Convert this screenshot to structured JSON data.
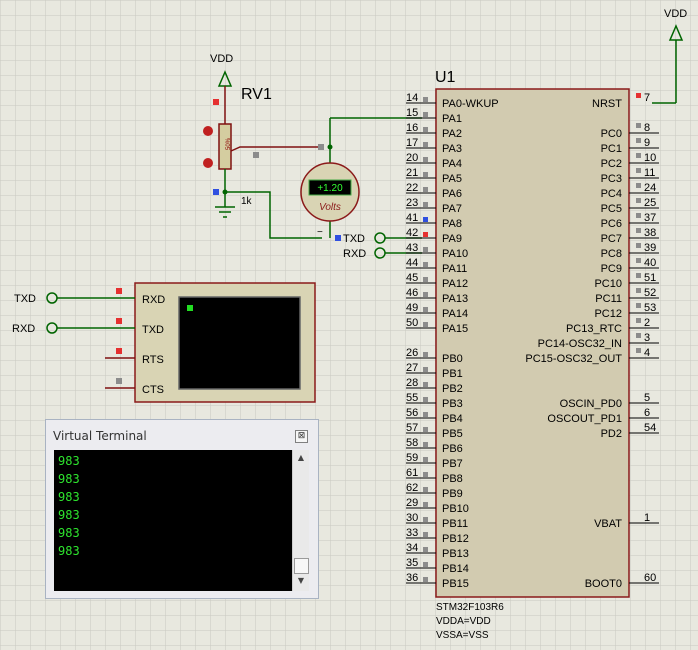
{
  "schematic": {
    "vdd_top_right": "VDD",
    "vdd_pot": "VDD",
    "pot_ref": "RV1",
    "pot_value": "1k",
    "pot_pct": "50%",
    "voltmeter_reading": "+1.20",
    "voltmeter_units": "Volts",
    "net_txd": "TXD",
    "net_rxd": "RXD",
    "mcu": {
      "ref": "U1",
      "part": "STM32F103R6",
      "vdda": "VDDA=VDD",
      "vssa": "VSSA=VSS",
      "left_pins": [
        {
          "num": "14",
          "name": "PA0-WKUP"
        },
        {
          "num": "15",
          "name": "PA1"
        },
        {
          "num": "16",
          "name": "PA2"
        },
        {
          "num": "17",
          "name": "PA3"
        },
        {
          "num": "20",
          "name": "PA4"
        },
        {
          "num": "21",
          "name": "PA5"
        },
        {
          "num": "22",
          "name": "PA6"
        },
        {
          "num": "23",
          "name": "PA7"
        },
        {
          "num": "41",
          "name": "PA8"
        },
        {
          "num": "42",
          "name": "PA9"
        },
        {
          "num": "43",
          "name": "PA10"
        },
        {
          "num": "44",
          "name": "PA11"
        },
        {
          "num": "45",
          "name": "PA12"
        },
        {
          "num": "46",
          "name": "PA13"
        },
        {
          "num": "49",
          "name": "PA14"
        },
        {
          "num": "50",
          "name": "PA15"
        },
        {
          "num": "26",
          "name": "PB0"
        },
        {
          "num": "27",
          "name": "PB1"
        },
        {
          "num": "28",
          "name": "PB2"
        },
        {
          "num": "55",
          "name": "PB3"
        },
        {
          "num": "56",
          "name": "PB4"
        },
        {
          "num": "57",
          "name": "PB5"
        },
        {
          "num": "58",
          "name": "PB6"
        },
        {
          "num": "59",
          "name": "PB7"
        },
        {
          "num": "61",
          "name": "PB8"
        },
        {
          "num": "62",
          "name": "PB9"
        },
        {
          "num": "29",
          "name": "PB10"
        },
        {
          "num": "30",
          "name": "PB11"
        },
        {
          "num": "33",
          "name": "PB12"
        },
        {
          "num": "34",
          "name": "PB13"
        },
        {
          "num": "35",
          "name": "PB14"
        },
        {
          "num": "36",
          "name": "PB15"
        }
      ],
      "right_pins": [
        {
          "num": "7",
          "name": "NRST"
        },
        {
          "num": "8",
          "name": "PC0"
        },
        {
          "num": "9",
          "name": "PC1"
        },
        {
          "num": "10",
          "name": "PC2"
        },
        {
          "num": "11",
          "name": "PC3"
        },
        {
          "num": "24",
          "name": "PC4"
        },
        {
          "num": "25",
          "name": "PC5"
        },
        {
          "num": "37",
          "name": "PC6"
        },
        {
          "num": "38",
          "name": "PC7"
        },
        {
          "num": "39",
          "name": "PC8"
        },
        {
          "num": "40",
          "name": "PC9"
        },
        {
          "num": "51",
          "name": "PC10"
        },
        {
          "num": "52",
          "name": "PC11"
        },
        {
          "num": "53",
          "name": "PC12"
        },
        {
          "num": "2",
          "name": "PC13_RTC"
        },
        {
          "num": "3",
          "name": "PC14-OSC32_IN"
        },
        {
          "num": "4",
          "name": "PC15-OSC32_OUT"
        },
        {
          "num": "5",
          "name": "OSCIN_PD0"
        },
        {
          "num": "6",
          "name": "OSCOUT_PD1"
        },
        {
          "num": "54",
          "name": "PD2"
        },
        {
          "num": "1",
          "name": "VBAT"
        },
        {
          "num": "60",
          "name": "BOOT0"
        }
      ]
    },
    "terminal_device": {
      "pins": [
        "RXD",
        "TXD",
        "RTS",
        "CTS"
      ],
      "ext_nets": [
        "TXD",
        "RXD"
      ]
    }
  },
  "virtual_terminal": {
    "title": "Virtual Terminal",
    "close_glyph": "⊠",
    "lines": [
      "983",
      "983",
      "983",
      "983",
      "983",
      "983"
    ],
    "scroll_up": "▲",
    "scroll_down": "▼"
  }
}
